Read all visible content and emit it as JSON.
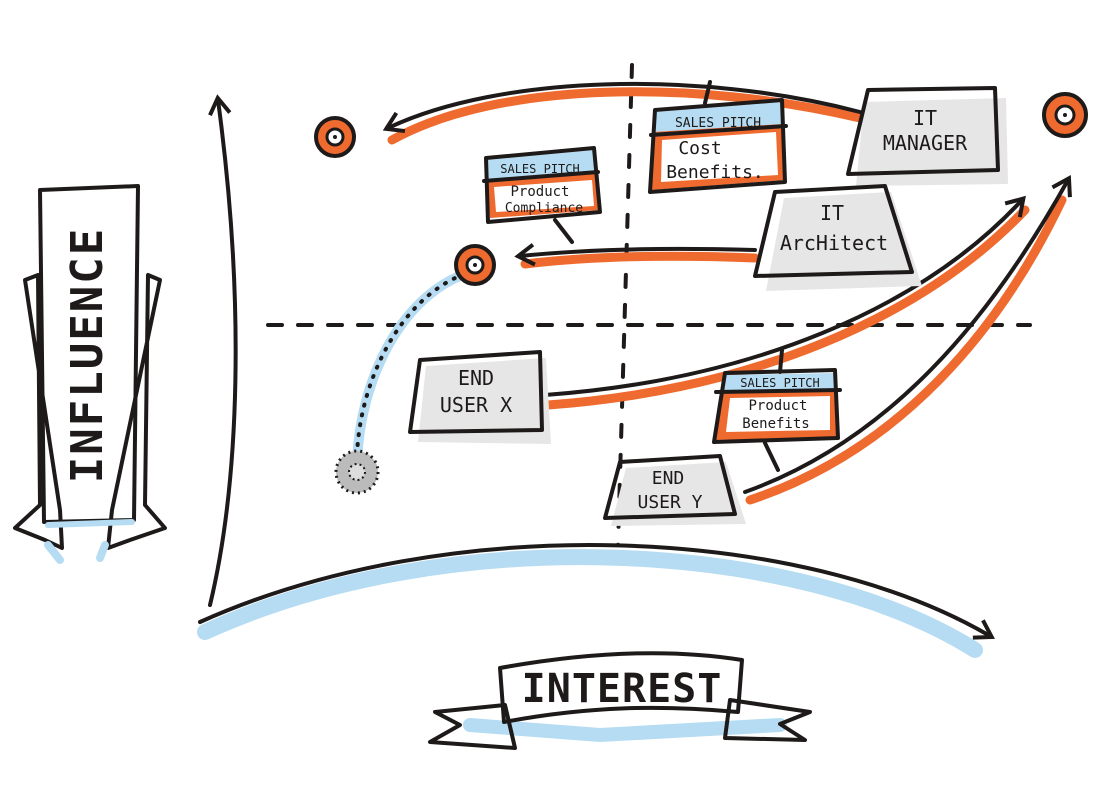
{
  "axes": {
    "y_label": "INFLUENCE",
    "x_label": "INTEREST"
  },
  "stakeholders": [
    {
      "id": "it-manager",
      "line1": "IT",
      "line2": "MANAGER"
    },
    {
      "id": "it-architect",
      "line1": "IT",
      "line2": "ArcHitect"
    },
    {
      "id": "end-user-x",
      "line1": "END",
      "line2": "USER X"
    },
    {
      "id": "end-user-y",
      "line1": "END",
      "line2": "USER Y"
    }
  ],
  "sales_pitches": [
    {
      "header": "SALES PITCH",
      "line1": "Product",
      "line2": "Compliance"
    },
    {
      "header": "SALES PITCH",
      "line1": "Cost",
      "line2": "Benefits."
    },
    {
      "header": "SALES PITCH",
      "line1": "Product",
      "line2": "Benefits"
    }
  ],
  "colors": {
    "accent": "#ef6a2e",
    "shadow": "#b5dcf2",
    "ink": "#1e1a1a",
    "grey": "#9a9a9a"
  }
}
